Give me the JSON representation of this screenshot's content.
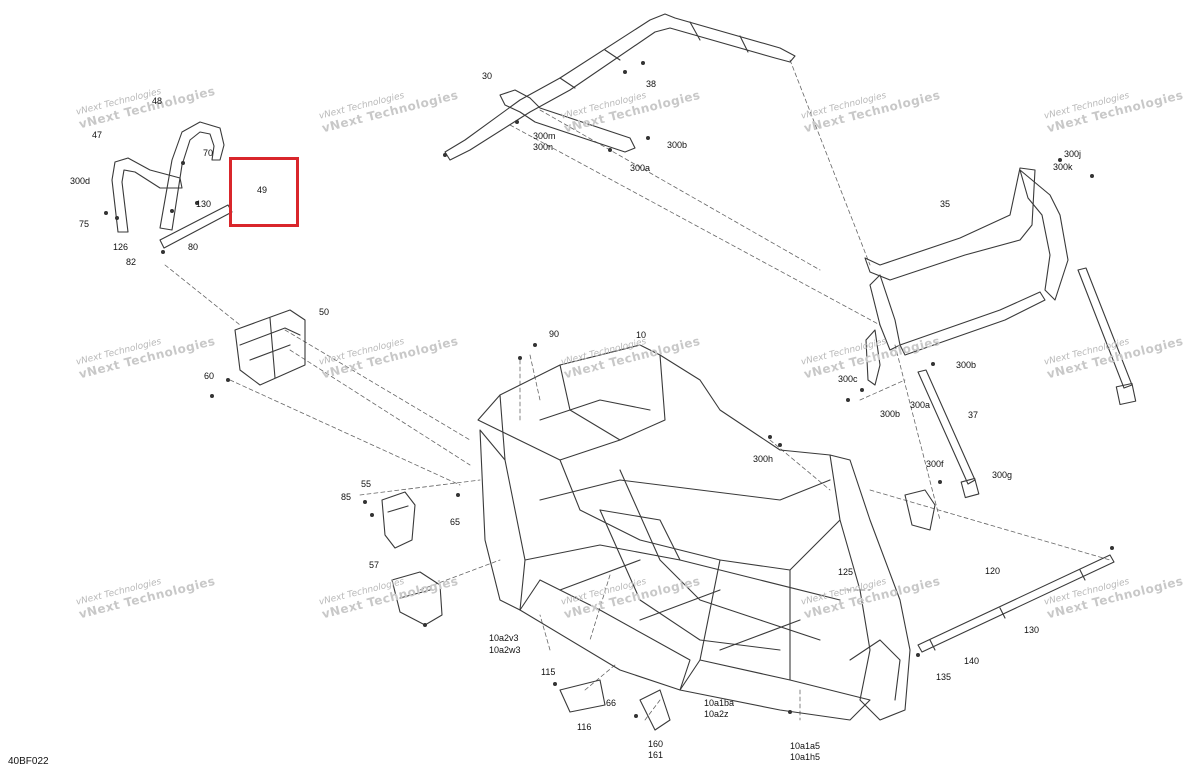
{
  "diagram_code": "40BF022",
  "highlight_color": "#d9262b",
  "watermark": {
    "line1": "vNext Technologies",
    "line2": "vNext Technologies"
  },
  "callouts": [
    "30",
    "38",
    "300m",
    "300n",
    "300b",
    "300a",
    "48",
    "47",
    "70",
    "300d",
    "130",
    "49",
    "75",
    "126",
    "80",
    "82",
    "35",
    "300j",
    "300k",
    "50",
    "60",
    "90",
    "10",
    "300c",
    "300b",
    "300b",
    "300a",
    "37",
    "300h",
    "300f",
    "300g",
    "55",
    "85",
    "65",
    "57",
    "125",
    "120",
    "130",
    "140",
    "135",
    "10a2v3",
    "10a2w3",
    "115",
    "116",
    "66",
    "160",
    "161",
    "10a1ba",
    "10a2z",
    "10a1a5",
    "10a1h5"
  ]
}
